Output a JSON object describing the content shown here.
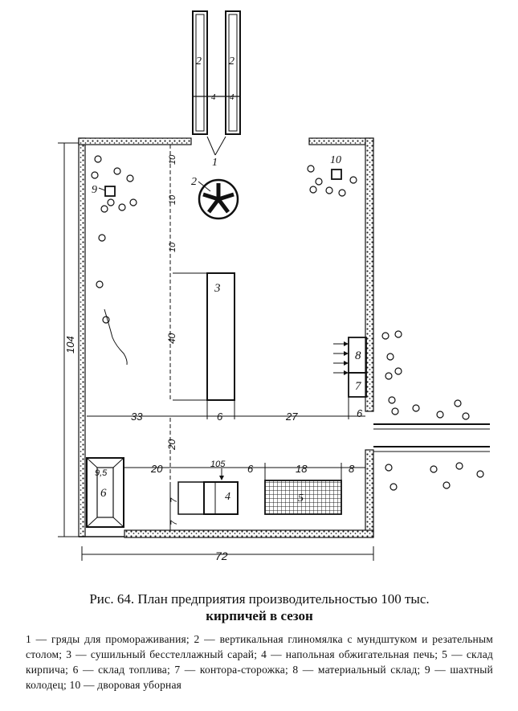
{
  "figure": {
    "building_numbers": {
      "beds": "1",
      "clay_mixer": "2",
      "drying_shed": "3",
      "kiln": "4",
      "brick_store": "5",
      "fuel_store": "6",
      "guard_office": "7",
      "material_store": "8",
      "well": "9",
      "latrine": "10"
    },
    "bed_labels": [
      "2",
      "2",
      "4",
      "4"
    ],
    "dimensions": {
      "total_height": "104",
      "total_width": "72",
      "left_gap": "33",
      "shed_width": "6",
      "right_gap": "27",
      "store_width": "6",
      "vertical_20": "20",
      "vertical_40": "40",
      "top_10_a": "10",
      "top_10_b": "10",
      "top_10_c": "10",
      "fuel_gap": "20",
      "kiln_inner": "105",
      "kiln_right": "6",
      "brick_store_len": "18",
      "brick_store_gap": "8",
      "kiln_height": "7",
      "fuel_dim": "9,5",
      "small_7": "7"
    }
  },
  "caption": {
    "title_line1": "Рис. 64. План предприятия производительностью 100 тыс.",
    "title_line2": "кирпичей в сезон",
    "legend": "1 — гряды для промораживания; 2 — вертикальная глиномялка с мундштуком и резательным столом; 3 — сушильный бесстеллажный сарай; 4 — напольная обжигательная печь; 5 — склад кирпича; 6 — склад топлива; 7 — контора-сторожка; 8 — материальный склад; 9 — шахтный колодец; 10 — дворовая уборная"
  }
}
